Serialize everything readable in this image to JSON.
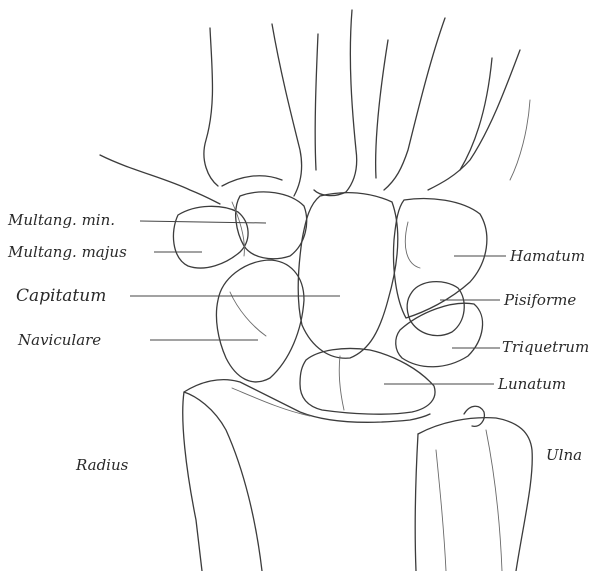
{
  "labels": {
    "multang_min": "Multang. min.",
    "multang_majus": "Multang. majus",
    "capitatum": "Capitatum",
    "naviculare": "Naviculare",
    "hamatum": "Hamatum",
    "pisiforme": "Pisiforme",
    "triquetrum": "Triquetrum",
    "lunatum": "Lunatum",
    "radius": "Radius",
    "ulna": "Ulna"
  }
}
